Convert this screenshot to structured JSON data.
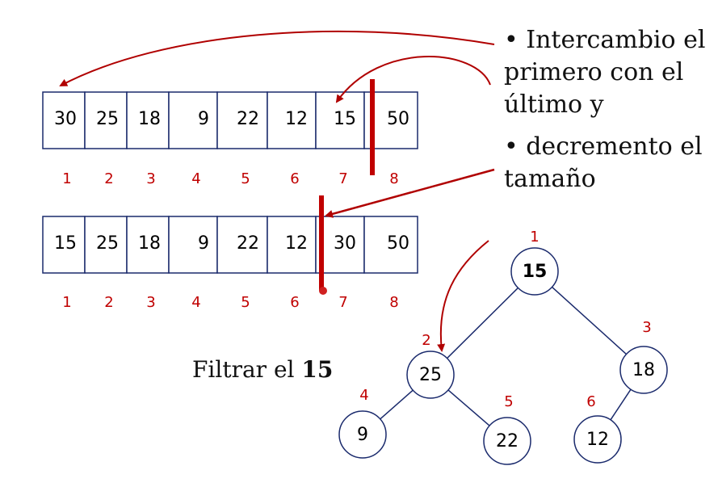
{
  "arrays": [
    {
      "values": [
        "30",
        "25",
        "18",
        "9",
        "22",
        "12",
        "15",
        "50"
      ],
      "indices": [
        "1",
        "2",
        "3",
        "4",
        "5",
        "6",
        "7",
        "8"
      ]
    },
    {
      "values": [
        "15",
        "25",
        "18",
        "9",
        "22",
        "12",
        "30",
        "50"
      ],
      "indices": [
        "1",
        "2",
        "3",
        "4",
        "5",
        "6",
        "7",
        "8"
      ]
    }
  ],
  "bullets": [
    "• Intercambio el primero con el último y",
    "• decremento el tamaño"
  ],
  "caption": {
    "text": "Filtrar el",
    "bold": "15"
  },
  "tree": {
    "nodes": [
      {
        "value": "15",
        "index": "1"
      },
      {
        "value": "25",
        "index": "2"
      },
      {
        "value": "18",
        "index": "3"
      },
      {
        "value": "9",
        "index": "4"
      },
      {
        "value": "22",
        "index": "5"
      },
      {
        "value": "12",
        "index": "6"
      }
    ]
  },
  "colors": {
    "cell_border": "#1a2a6c",
    "divider": "#c00000",
    "index": "#c00000",
    "arrow": "#b00000",
    "highlight": "#22cc22"
  }
}
